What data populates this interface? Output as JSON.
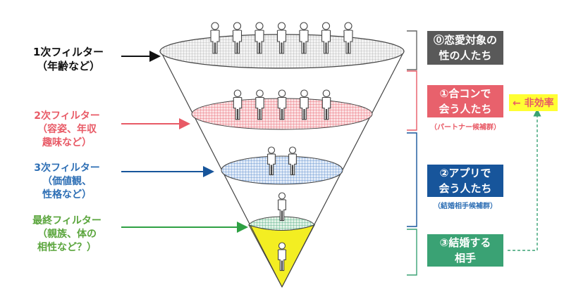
{
  "colors": {
    "black": "#111111",
    "red": "#e85a66",
    "blue": "#2e6fb5",
    "green": "#5aa53c",
    "box_gray": "#595959",
    "box_red": "#e8616c",
    "box_blue": "#17559b",
    "box_green": "#3aa274",
    "yellow": "#ffff33",
    "dashed_green": "#3aa274"
  },
  "filters": [
    {
      "lines": [
        "1次フィルター",
        "（年齢など）"
      ],
      "color": "black"
    },
    {
      "lines": [
        "2次フィルター",
        "（容姿、年収",
        "趣味など）"
      ],
      "color": "red"
    },
    {
      "lines": [
        "3次フィルター",
        "（価値観、",
        "性格など）"
      ],
      "color": "blue"
    },
    {
      "lines": [
        "最終フィルター",
        "（親族、体の",
        "相性など？）"
      ],
      "color": "green"
    }
  ],
  "boxes": [
    {
      "lines": [
        "⓪恋愛対象の",
        "性の人たち"
      ],
      "color": "box_gray"
    },
    {
      "lines": [
        "①合コンで",
        "会う人たち"
      ],
      "color": "box_red"
    },
    {
      "lines": [
        "②アプリで",
        "会う人たち"
      ],
      "color": "box_blue"
    },
    {
      "lines": [
        "③結婚する",
        "相手"
      ],
      "color": "box_green"
    }
  ],
  "sublabels": [
    {
      "text": "（パートナー候補群）",
      "color": "red"
    },
    {
      "text": "（結婚相手候補群）",
      "color": "blue"
    }
  ],
  "inefficiency_label": "← 非効率",
  "level_people_counts": [
    7,
    5,
    2,
    1,
    1
  ],
  "icons": [
    "person-icon",
    "arrow-right-icon",
    "bracket-icon",
    "dashed-arrow-icon"
  ]
}
